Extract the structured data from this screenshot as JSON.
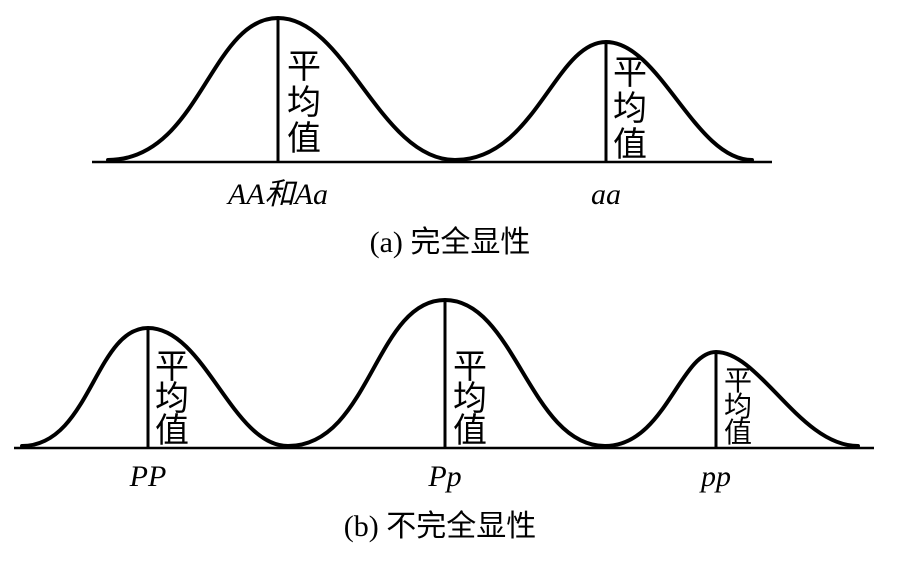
{
  "panel_a": {
    "caption": "(a) 完全显性",
    "curves": [
      {
        "genotype": "AA和Aa",
        "mean_label": [
          "平",
          "均",
          "值"
        ]
      },
      {
        "genotype": "aa",
        "mean_label": [
          "平",
          "均",
          "值"
        ]
      }
    ]
  },
  "panel_b": {
    "caption": "(b) 不完全显性",
    "curves": [
      {
        "genotype": "PP",
        "mean_label": [
          "平",
          "均",
          "值"
        ]
      },
      {
        "genotype": "Pp",
        "mean_label": [
          "平",
          "均",
          "值"
        ]
      },
      {
        "genotype": "pp",
        "mean_label": [
          "平",
          "均",
          "值"
        ]
      }
    ]
  }
}
